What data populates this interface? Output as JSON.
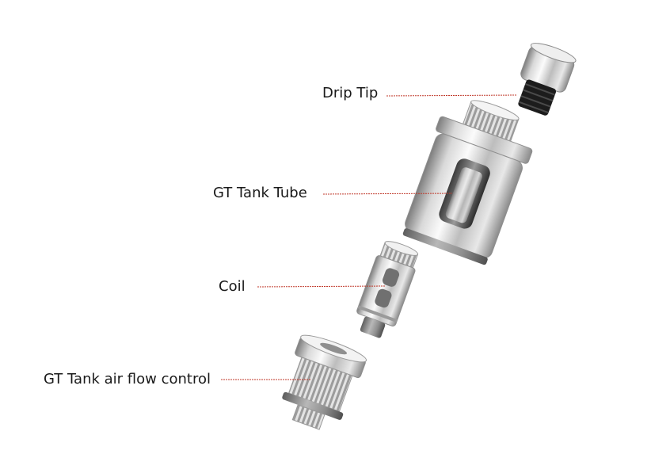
{
  "labels": {
    "drip_tip": "Drip Tip",
    "gt_tank_tube": "GT Tank Tube",
    "coil": "Coil",
    "air_flow_control": "GT Tank air flow control"
  },
  "colors": {
    "leader_line": "#c0392b",
    "metal_dark": "#6e6e6e",
    "metal_light": "#f2f2f2",
    "gasket": "#1c1c1c"
  }
}
